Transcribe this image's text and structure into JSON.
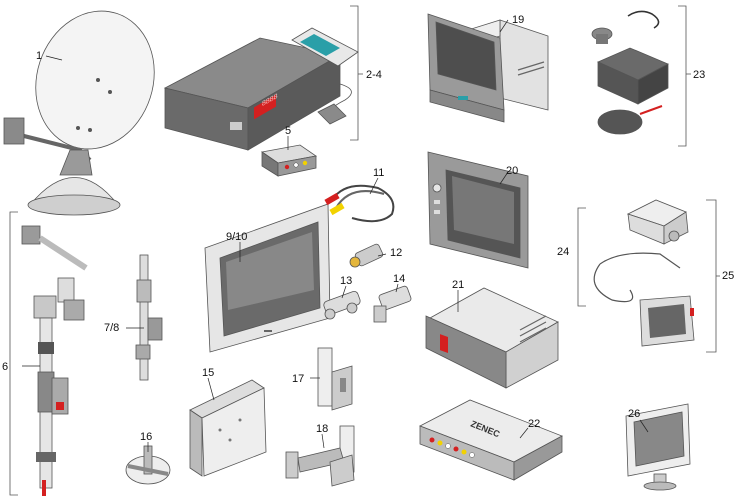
{
  "labels": {
    "l1": "1",
    "l2_4": "2-4",
    "l5": "5",
    "l6": "6",
    "l7_8": "7/8",
    "l9_10": "9/10",
    "l11": "11",
    "l12": "12",
    "l13": "13",
    "l14": "14",
    "l15": "15",
    "l16": "16",
    "l17": "17",
    "l18": "18",
    "l19": "19",
    "l20": "20",
    "l21": "21",
    "l22": "22",
    "l23": "23",
    "l24": "24",
    "l25": "25",
    "l26": "26"
  },
  "receiver_display": "8888",
  "brand_logo": "ZENEC",
  "colors": {
    "device_grey": "#7a7a7a",
    "light_grey": "#d8d8d8",
    "screen_grey": "#5e5e5e",
    "accent_red": "#d42020"
  }
}
